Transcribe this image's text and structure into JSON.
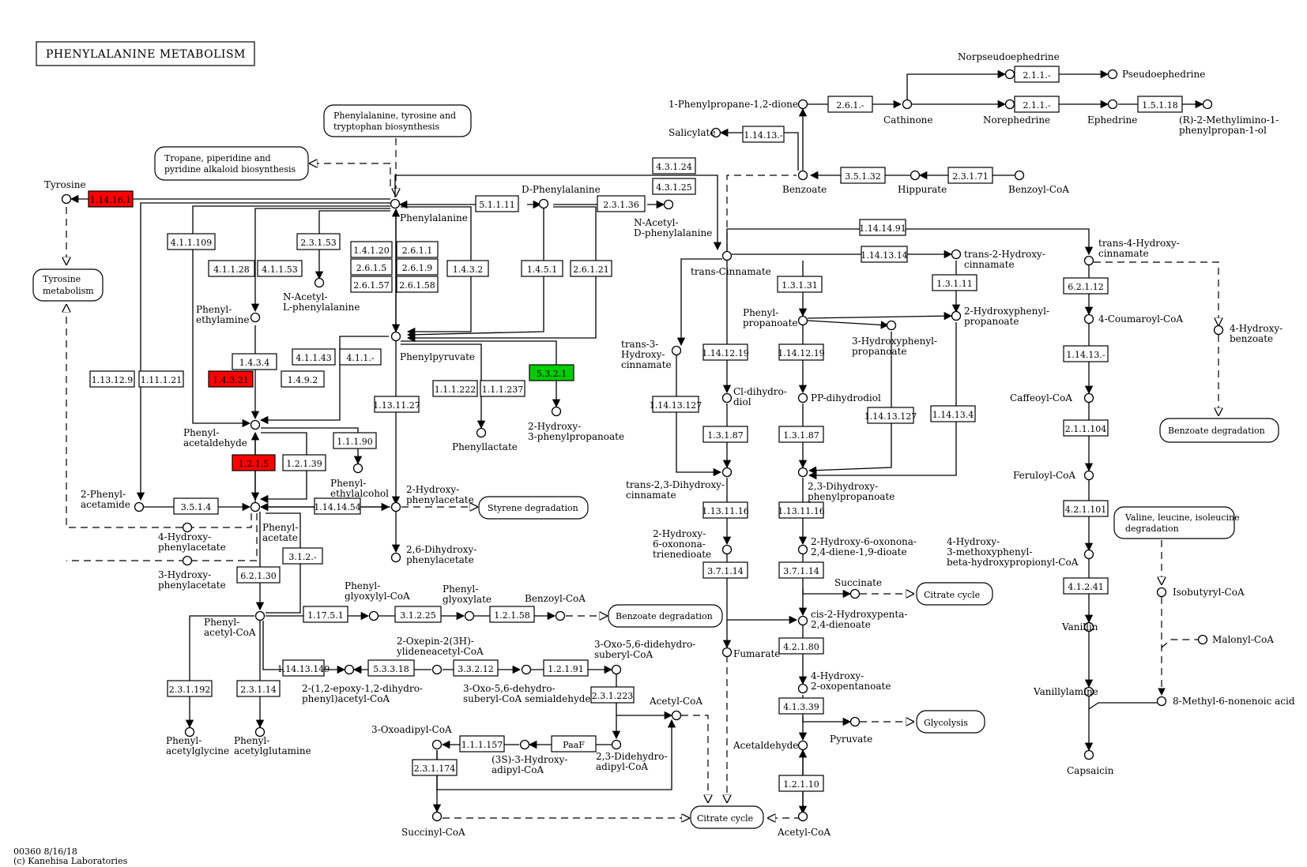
{
  "title": "PHENYLALANINE METABOLISM",
  "footer": {
    "code": "00360 8/16/18",
    "copyright": "(c) Kanehisa Laboratories"
  },
  "colors": {
    "red": "#ff0000",
    "green": "#00cc00",
    "default": "#ffffff"
  },
  "enzymes": [
    {
      "id": "e1",
      "label": "1.14.16.1",
      "color": "red"
    },
    {
      "id": "e2",
      "label": "4.1.1.109"
    },
    {
      "id": "e3",
      "label": "2.3.1.53"
    },
    {
      "id": "e4",
      "label": "4.1.1.28"
    },
    {
      "id": "e5",
      "label": "4.1.1.53"
    },
    {
      "id": "e6",
      "label": "1.4.1.20"
    },
    {
      "id": "e7",
      "label": "2.6.1.1"
    },
    {
      "id": "e8",
      "label": "2.6.1.5"
    },
    {
      "id": "e9",
      "label": "2.6.1.9"
    },
    {
      "id": "e10",
      "label": "2.6.1.57"
    },
    {
      "id": "e11",
      "label": "2.6.1.58"
    },
    {
      "id": "e12",
      "label": "1.4.3.2"
    },
    {
      "id": "e13",
      "label": "5.1.1.11"
    },
    {
      "id": "e14",
      "label": "2.3.1.36"
    },
    {
      "id": "e15",
      "label": "1.4.5.1"
    },
    {
      "id": "e16",
      "label": "2.6.1.21"
    },
    {
      "id": "e17",
      "label": "1.4.3.4"
    },
    {
      "id": "e18",
      "label": "4.1.1.43"
    },
    {
      "id": "e19",
      "label": "4.1.1.-"
    },
    {
      "id": "e20",
      "label": "1.13.12.9"
    },
    {
      "id": "e21",
      "label": "1.11.1.21"
    },
    {
      "id": "e22",
      "label": "1.4.3.21",
      "color": "red"
    },
    {
      "id": "e23",
      "label": "1.4.9.2"
    },
    {
      "id": "e24",
      "label": "1.1.1.222"
    },
    {
      "id": "e25",
      "label": "1.1.1.237"
    },
    {
      "id": "e26",
      "label": "5.3.2.1",
      "color": "green"
    },
    {
      "id": "e27",
      "label": "1.13.11.27"
    },
    {
      "id": "e28",
      "label": "1.1.1.90"
    },
    {
      "id": "e29",
      "label": "1.2.1.5",
      "color": "red"
    },
    {
      "id": "e30",
      "label": "1.2.1.39"
    },
    {
      "id": "e31",
      "label": "3.5.1.4"
    },
    {
      "id": "e32",
      "label": "1.14.14.54"
    },
    {
      "id": "e33",
      "label": "3.1.2.-"
    },
    {
      "id": "e34",
      "label": "6.2.1.30"
    },
    {
      "id": "e35",
      "label": "1.17.5.1"
    },
    {
      "id": "e36",
      "label": "3.1.2.25"
    },
    {
      "id": "e37",
      "label": "1.2.1.58"
    },
    {
      "id": "e38",
      "label": "1.14.13.149"
    },
    {
      "id": "e39",
      "label": "5.3.3.18"
    },
    {
      "id": "e40",
      "label": "3.3.2.12"
    },
    {
      "id": "e41",
      "label": "1.2.1.91"
    },
    {
      "id": "e42",
      "label": "2.3.1.223"
    },
    {
      "id": "e43",
      "label": "2.3.1.192"
    },
    {
      "id": "e44",
      "label": "2.3.1.14"
    },
    {
      "id": "e45",
      "label": "1.1.1.157"
    },
    {
      "id": "e46",
      "label": "PaaF"
    },
    {
      "id": "e47",
      "label": "2.3.1.174"
    },
    {
      "id": "e48",
      "label": "4.3.1.24"
    },
    {
      "id": "e49",
      "label": "4.3.1.25"
    },
    {
      "id": "e50",
      "label": "1.14.13.-"
    },
    {
      "id": "e51",
      "label": "2.6.1.-"
    },
    {
      "id": "e52",
      "label": "2.1.1.-"
    },
    {
      "id": "e53",
      "label": "2.1.1.-"
    },
    {
      "id": "e54",
      "label": "1.5.1.18"
    },
    {
      "id": "e55",
      "label": "3.5.1.32"
    },
    {
      "id": "e56",
      "label": "2.3.1.71"
    },
    {
      "id": "e57",
      "label": "1.14.14.91"
    },
    {
      "id": "e58",
      "label": "1.14.13.14"
    },
    {
      "id": "e59",
      "label": "1.3.1.31"
    },
    {
      "id": "e60",
      "label": "1.3.1.11"
    },
    {
      "id": "e61",
      "label": "1.14.12.19"
    },
    {
      "id": "e62",
      "label": "1.14.12.19"
    },
    {
      "id": "e63",
      "label": "1.14.13.127"
    },
    {
      "id": "e64",
      "label": "1.14.13.127"
    },
    {
      "id": "e65",
      "label": "1.14.13.4"
    },
    {
      "id": "e66",
      "label": "1.3.1.87"
    },
    {
      "id": "e67",
      "label": "1.3.1.87"
    },
    {
      "id": "e68",
      "label": "1.13.11.16"
    },
    {
      "id": "e69",
      "label": "1.13.11.16"
    },
    {
      "id": "e70",
      "label": "3.7.1.14"
    },
    {
      "id": "e71",
      "label": "3.7.1.14"
    },
    {
      "id": "e72",
      "label": "4.2.1.80"
    },
    {
      "id": "e73",
      "label": "4.1.3.39"
    },
    {
      "id": "e74",
      "label": "1.2.1.10"
    },
    {
      "id": "e75",
      "label": "6.2.1.12"
    },
    {
      "id": "e76",
      "label": "1.14.13.-"
    },
    {
      "id": "e77",
      "label": "2.1.1.104"
    },
    {
      "id": "e78",
      "label": "4.2.1.101"
    },
    {
      "id": "e79",
      "label": "4.1.2.41"
    }
  ],
  "compounds": [
    {
      "id": "c1",
      "label": "Tyrosine"
    },
    {
      "id": "c2",
      "label": "Phenylalanine"
    },
    {
      "id": "c3",
      "label": "D-Phenylalanine"
    },
    {
      "id": "c4",
      "label": "N-Acetyl-D-phenylalanine"
    },
    {
      "id": "c5",
      "label": "N-Acetyl-L-phenylalanine"
    },
    {
      "id": "c6",
      "label": "Phenylethylamine"
    },
    {
      "id": "c7",
      "label": "Phenylpyruvate"
    },
    {
      "id": "c8",
      "label": "Phenylacetaldehyde"
    },
    {
      "id": "c9",
      "label": "Phenylethylalcohol"
    },
    {
      "id": "c10",
      "label": "2-Phenylacetamide"
    },
    {
      "id": "c11",
      "label": "Phenylacetate"
    },
    {
      "id": "c12",
      "label": "4-Hydroxyphenylacetate"
    },
    {
      "id": "c13",
      "label": "3-Hydroxyphenylacetate"
    },
    {
      "id": "c14",
      "label": "2-Hydroxyphenylacetate"
    },
    {
      "id": "c15",
      "label": "2,6-Dihydroxyphenylacetate"
    },
    {
      "id": "c16",
      "label": "Phenyllactate"
    },
    {
      "id": "c17",
      "label": "2-Hydroxy-3-phenylpropanoate"
    },
    {
      "id": "c18",
      "label": "Phenylacetyl-CoA"
    },
    {
      "id": "c19",
      "label": "Phenylglyoxylyl-CoA"
    },
    {
      "id": "c20",
      "label": "Phenylglyoxylate"
    },
    {
      "id": "c21",
      "label": "Benzoyl-CoA"
    },
    {
      "id": "c22",
      "label": "2-Oxepin-2(3H)-ylideneacetyl-CoA"
    },
    {
      "id": "c23",
      "label": "3-Oxo-5,6-didehydrosuberyl-CoA"
    },
    {
      "id": "c24",
      "label": "2-(1,2-epoxy-1,2-dihydrophenyl)acetyl-CoA"
    },
    {
      "id": "c25",
      "label": "3-Oxo-5,6-dehydrosuberyl-CoA semialdehyde"
    },
    {
      "id": "c26",
      "label": "Acetyl-CoA"
    },
    {
      "id": "c27",
      "label": "3-Oxoadipyl-CoA"
    },
    {
      "id": "c28",
      "label": "(3S)-3-Hydroxyadipyl-CoA"
    },
    {
      "id": "c29",
      "label": "2,3-Didehydroadipyl-CoA"
    },
    {
      "id": "c30",
      "label": "Succinyl-CoA"
    },
    {
      "id": "c31",
      "label": "Phenylacetylglycine"
    },
    {
      "id": "c32",
      "label": "Phenylacetylglutamine"
    },
    {
      "id": "c33",
      "label": "1-Phenylpropane-1,2-dione"
    },
    {
      "id": "c34",
      "label": "Salicylate"
    },
    {
      "id": "c35",
      "label": "Cathinone"
    },
    {
      "id": "c36",
      "label": "Norpseudoephedrine"
    },
    {
      "id": "c37",
      "label": "Pseudoephedrine"
    },
    {
      "id": "c38",
      "label": "Norephedrine"
    },
    {
      "id": "c39",
      "label": "Ephedrine"
    },
    {
      "id": "c40",
      "label": "(R)-2-Methylimino-1-phenylpropan-1-ol"
    },
    {
      "id": "c41",
      "label": "Benzoate"
    },
    {
      "id": "c42",
      "label": "Hippurate"
    },
    {
      "id": "c43",
      "label": "Benzoyl-CoA"
    },
    {
      "id": "c44",
      "label": "trans-Cinnamate"
    },
    {
      "id": "c45",
      "label": "trans-2-Hydroxycinnamate"
    },
    {
      "id": "c46",
      "label": "Phenylpropanoate"
    },
    {
      "id": "c47",
      "label": "3-Hydroxyphenylpropanoate"
    },
    {
      "id": "c48",
      "label": "2-Hydroxyphenylpropanoate"
    },
    {
      "id": "c49",
      "label": "trans-3-Hydroxycinnamate"
    },
    {
      "id": "c50",
      "label": "Cl-dihydrodiol"
    },
    {
      "id": "c51",
      "label": "PP-dihydrodiol"
    },
    {
      "id": "c52",
      "label": "trans-2,3-Dihydroxycinnamate"
    },
    {
      "id": "c53",
      "label": "2,3-Dihydroxyphenylpropanoate"
    },
    {
      "id": "c54",
      "label": "2-Hydroxy-6-oxonona-trienedioate"
    },
    {
      "id": "c55",
      "label": "2-Hydroxy-6-oxonona-2,4-diene-1,9-dioate"
    },
    {
      "id": "c56",
      "label": "Succinate"
    },
    {
      "id": "c57",
      "label": "cis-2-Hydroxypenta-2,4-dienoate"
    },
    {
      "id": "c58",
      "label": "Fumarate"
    },
    {
      "id": "c59",
      "label": "4-Hydroxy-2-oxopentanoate"
    },
    {
      "id": "c60",
      "label": "Pyruvate"
    },
    {
      "id": "c61",
      "label": "Acetaldehyde"
    },
    {
      "id": "c62",
      "label": "Acetyl-CoA"
    },
    {
      "id": "c63",
      "label": "trans-4-Hydroxycinnamate"
    },
    {
      "id": "c64",
      "label": "4-Coumaroyl-CoA"
    },
    {
      "id": "c65",
      "label": "4-Hydroxybenzoate"
    },
    {
      "id": "c66",
      "label": "Caffeoyl-CoA"
    },
    {
      "id": "c67",
      "label": "Feruloyl-CoA"
    },
    {
      "id": "c68",
      "label": "4-Hydroxy-3-methoxyphenyl-beta-hydroxypropionyl-CoA"
    },
    {
      "id": "c69",
      "label": "Vanillin"
    },
    {
      "id": "c70",
      "label": "Vanillylamine"
    },
    {
      "id": "c71",
      "label": "Capsaicin"
    },
    {
      "id": "c72",
      "label": "Isobutyryl-CoA"
    },
    {
      "id": "c73",
      "label": "Malonyl-CoA"
    },
    {
      "id": "c74",
      "label": "8-Methyl-6-nonenoic acid"
    }
  ],
  "maps": [
    {
      "id": "m1",
      "label": "Phenylalanine, tyrosine and tryptophan biosynthesis"
    },
    {
      "id": "m2",
      "label": "Tropane, piperidine and pyridine alkaloid biosynthesis"
    },
    {
      "id": "m3",
      "label": "Tyrosine metabolism"
    },
    {
      "id": "m4",
      "label": "Styrene degradation"
    },
    {
      "id": "m5",
      "label": "Benzoate degradation"
    },
    {
      "id": "m6",
      "label": "Citrate cycle"
    },
    {
      "id": "m7",
      "label": "Citrate cycle"
    },
    {
      "id": "m8",
      "label": "Glycolysis"
    },
    {
      "id": "m9",
      "label": "Benzoate degradation"
    },
    {
      "id": "m10",
      "label": "Valine, leucine, isoleucine degradation"
    }
  ]
}
